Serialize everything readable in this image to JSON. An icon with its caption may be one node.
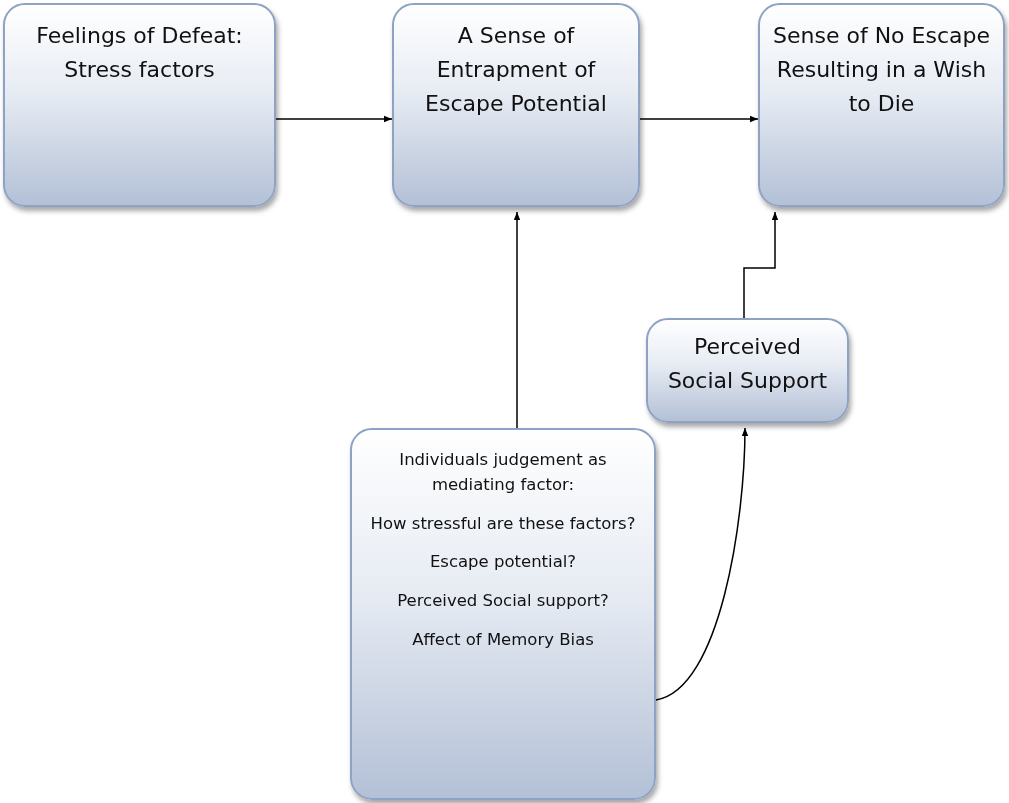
{
  "diagram": {
    "nodes": [
      {
        "text": [
          "Feelings of Defeat: Stress factors"
        ]
      },
      {
        "text": [
          "A Sense of Entrapment of Escape Potential"
        ]
      },
      {
        "text": [
          "Sense of No Escape Resulting in a Wish to Die"
        ]
      },
      {
        "text": [
          "Perceived Social Support"
        ]
      },
      {
        "text": [
          "Individuals judgement as mediating factor:",
          "How stressful are these factors?",
          "Escape potential?",
          "Perceived Social support?",
          "Affect of Memory Bias"
        ]
      }
    ],
    "edges": [
      {
        "from": 0,
        "to": 1,
        "arrow": "to"
      },
      {
        "from": 1,
        "to": 2,
        "arrow": "to"
      },
      {
        "from": 4,
        "to": 1,
        "arrow": "to"
      },
      {
        "from": 3,
        "to": 2,
        "arrow": "to"
      },
      {
        "from": 4,
        "to": 3,
        "arrow": "to"
      }
    ]
  }
}
